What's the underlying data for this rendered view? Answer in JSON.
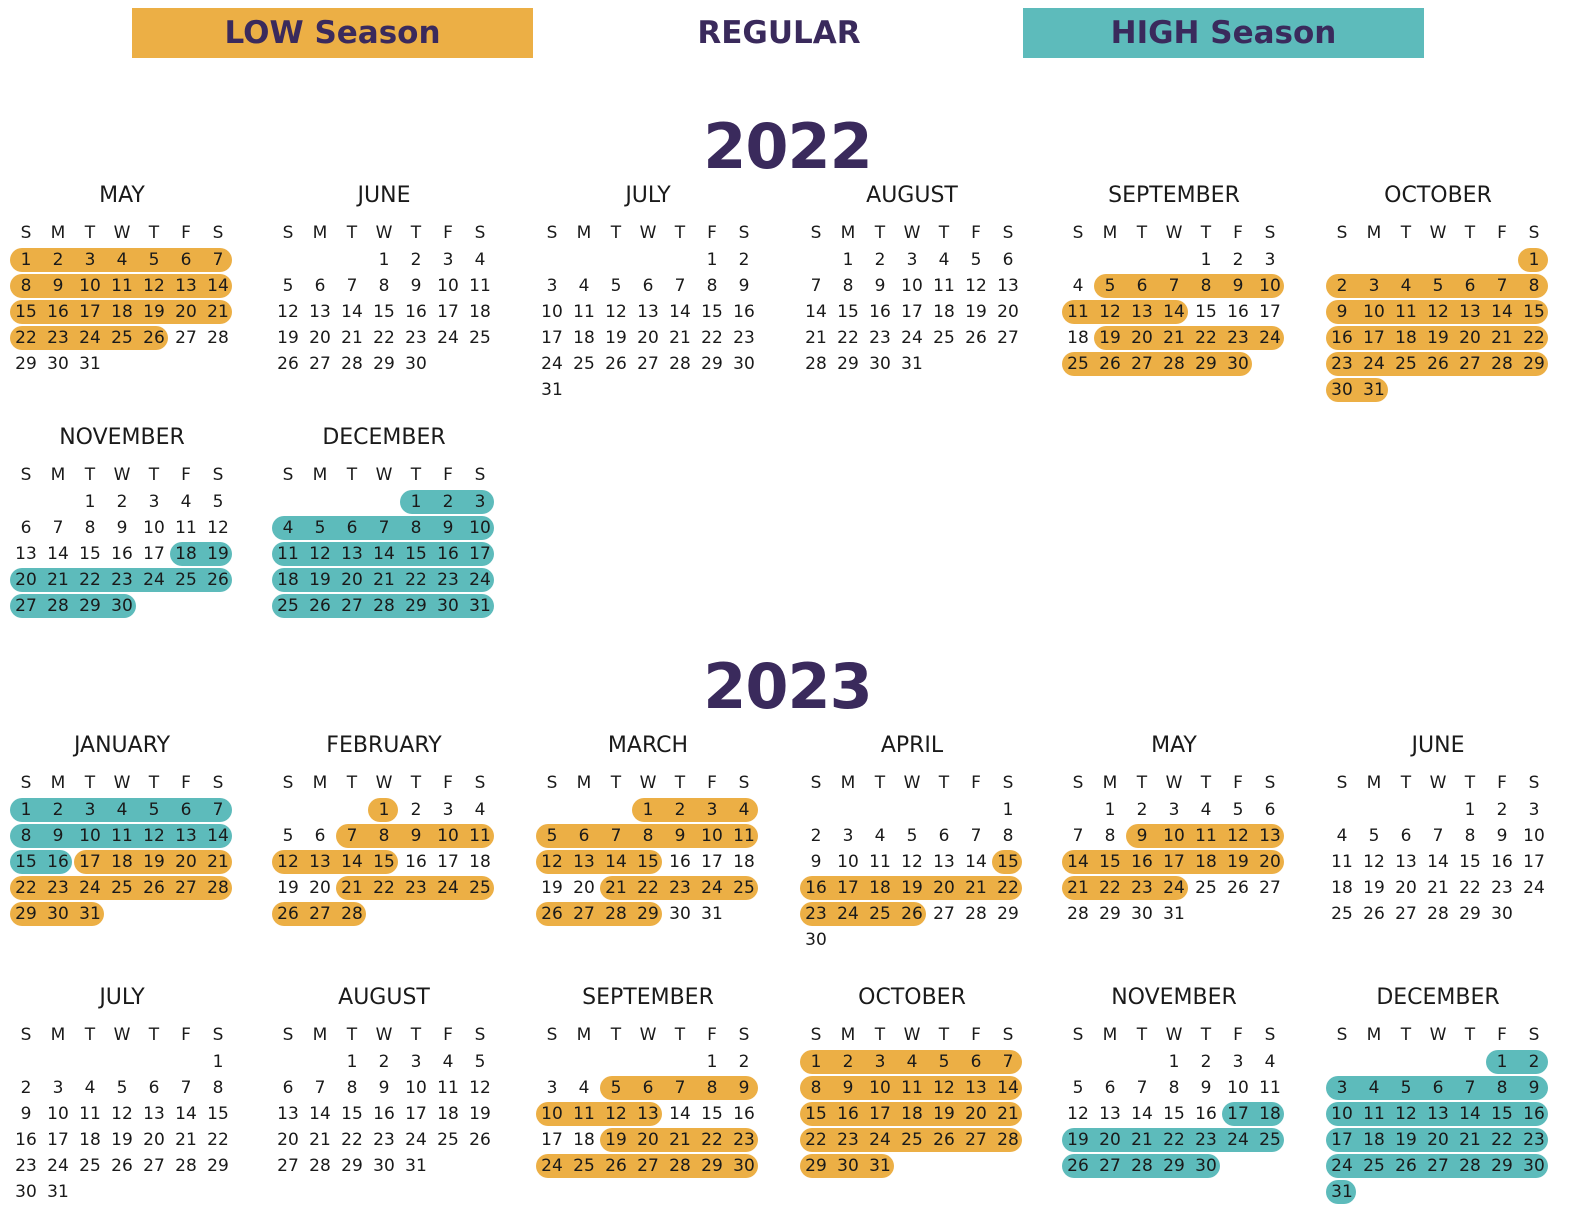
{
  "legend": {
    "low": "LOW Season",
    "regular": "REGULAR",
    "high": "HIGH Season"
  },
  "colors": {
    "low": "#ecaf45",
    "high": "#5dbbbb",
    "heading": "#3a2a5c"
  },
  "weekday_labels": [
    "S",
    "M",
    "T",
    "W",
    "T",
    "F",
    "S"
  ],
  "years": [
    {
      "year": "2022",
      "months": [
        {
          "name": "MAY",
          "start": 0,
          "days": 31,
          "low": [
            1,
            26
          ],
          "high": null
        },
        {
          "name": "JUNE",
          "start": 3,
          "days": 30,
          "low": null,
          "high": null
        },
        {
          "name": "JULY",
          "start": 5,
          "days": 31,
          "low": null,
          "high": null
        },
        {
          "name": "AUGUST",
          "start": 1,
          "days": 31,
          "low": null,
          "high": null
        },
        {
          "name": "SEPTEMBER",
          "start": 4,
          "days": 30,
          "low": [
            5,
            14,
            19,
            30
          ],
          "high": null
        },
        {
          "name": "OCTOBER",
          "start": 6,
          "days": 31,
          "low": [
            1,
            31
          ],
          "high": null
        },
        {
          "name": "NOVEMBER",
          "start": 2,
          "days": 30,
          "low": null,
          "high": [
            18,
            30
          ]
        },
        {
          "name": "DECEMBER",
          "start": 4,
          "days": 31,
          "low": null,
          "high": [
            1,
            31
          ]
        }
      ]
    },
    {
      "year": "2023",
      "months": [
        {
          "name": "JANUARY",
          "start": 0,
          "days": 31,
          "low": [
            17,
            31
          ],
          "high": [
            1,
            16
          ]
        },
        {
          "name": "FEBRUARY",
          "start": 3,
          "days": 28,
          "low": [
            1,
            1,
            7,
            15,
            21,
            28
          ],
          "high": null
        },
        {
          "name": "MARCH",
          "start": 3,
          "days": 31,
          "low": [
            1,
            15,
            21,
            29
          ],
          "high": null
        },
        {
          "name": "APRIL",
          "start": 6,
          "days": 30,
          "low": [
            15,
            26
          ],
          "high": null
        },
        {
          "name": "MAY",
          "start": 1,
          "days": 31,
          "low": [
            9,
            24
          ],
          "high": null
        },
        {
          "name": "JUNE",
          "start": 4,
          "days": 30,
          "low": null,
          "high": null
        },
        {
          "name": "JULY",
          "start": 6,
          "days": 31,
          "low": null,
          "high": null
        },
        {
          "name": "AUGUST",
          "start": 2,
          "days": 31,
          "low": null,
          "high": null
        },
        {
          "name": "SEPTEMBER",
          "start": 5,
          "days": 30,
          "low": [
            5,
            13,
            19,
            30
          ],
          "high": null
        },
        {
          "name": "OCTOBER",
          "start": 0,
          "days": 31,
          "low": [
            1,
            31
          ],
          "high": null
        },
        {
          "name": "NOVEMBER",
          "start": 3,
          "days": 30,
          "low": null,
          "high": [
            17,
            30
          ]
        },
        {
          "name": "DECEMBER",
          "start": 5,
          "days": 31,
          "low": null,
          "high": [
            1,
            31
          ]
        }
      ]
    }
  ]
}
